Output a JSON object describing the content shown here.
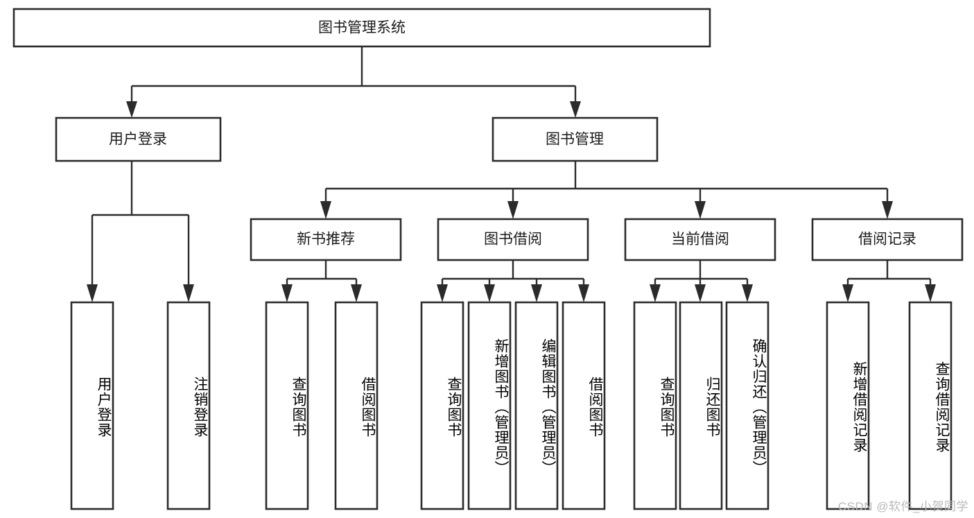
{
  "diagram": {
    "type": "tree",
    "title": "图书管理系统",
    "watermark": "CSDN @软件_小贺同学",
    "colors": {
      "box_stroke": "#2b2b2b",
      "box_fill": "#ffffff",
      "text": "#1b1b1b",
      "background": "#ffffff",
      "watermark": "#b9b9b9"
    },
    "root": {
      "label": "图书管理系统"
    },
    "level2": [
      {
        "label": "用户登录"
      },
      {
        "label": "图书管理"
      }
    ],
    "level3": [
      {
        "label": "新书推荐"
      },
      {
        "label": "图书借阅"
      },
      {
        "label": "当前借阅"
      },
      {
        "label": "借阅记录"
      }
    ],
    "leaves": {
      "user_login": [
        {
          "label": "用户登录"
        },
        {
          "label": "注销登录"
        }
      ],
      "new_book_recommend": [
        {
          "label": "查询图书"
        },
        {
          "label": "借阅图书"
        }
      ],
      "book_borrow": [
        {
          "label": "查询图书"
        },
        {
          "label": "新增图书（管理员）"
        },
        {
          "label": "编辑图书（管理员）"
        },
        {
          "label": "借阅图书"
        }
      ],
      "current_borrow": [
        {
          "label": "查询图书"
        },
        {
          "label": "归还图书"
        },
        {
          "label": "确认归还（管理员）"
        }
      ],
      "borrow_record": [
        {
          "label": "新增借阅记录"
        },
        {
          "label": "查询借阅记录"
        }
      ]
    }
  }
}
